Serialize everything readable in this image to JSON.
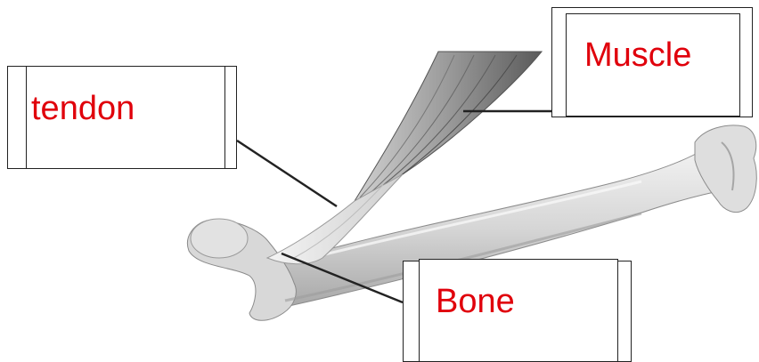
{
  "labels": {
    "tendon": "tendon",
    "muscle": "Muscle",
    "bone": "Bone"
  },
  "colors": {
    "label_text": "#e0000b",
    "leader_line": "#222222",
    "bone_fill": "#dcdcdc",
    "bone_shadow": "#a9a9a9",
    "muscle_fill": "#b8b8b8",
    "muscle_dark": "#6e6e6e",
    "tendon_fill": "#e6e6e6"
  }
}
